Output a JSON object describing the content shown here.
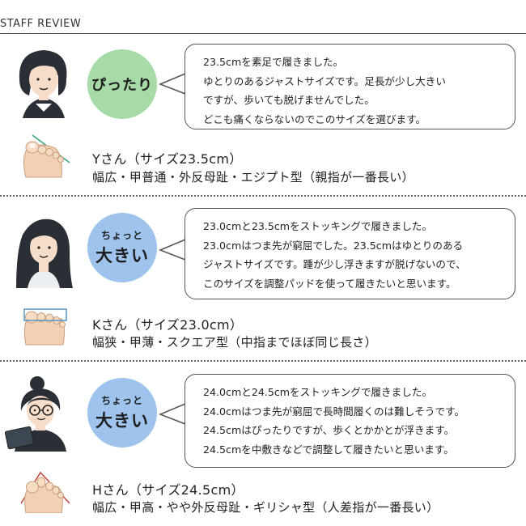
{
  "header": {
    "title": "STAFF REVIEW"
  },
  "reviews": [
    {
      "badge": {
        "text": "ぴったり",
        "color": "#a6dba8"
      },
      "bubble_lines": [
        "23.5cmを素足で履きました。",
        "ゆとりのあるジャストサイズです。足長が少し大きい",
        "ですが、歩いても脱げませんでした。",
        "どこも痛くならないのでこのサイズを選びます。"
      ],
      "name_line": "Yさん（サイズ23.5cm）",
      "foot_line": "幅広・甲普通・外反母趾・エジプト型（親指が一番長い）"
    },
    {
      "badge": {
        "small": "ちょっと",
        "big": "大きい",
        "color": "#9ec3ec"
      },
      "bubble_lines": [
        "23.0cmと23.5cmをストッキングで履きました。",
        "23.0cmはつま先が窮屈でした。23.5cmはゆとりのある",
        "ジャストサイズです。踵が少し浮きますが脱げないので、",
        "このサイズを調整パッドを使って履きたいと思います。"
      ],
      "name_line": "Kさん（サイズ23.0cm）",
      "foot_line": "幅狭・甲薄・スクエア型（中指までほぼ同じ長さ）"
    },
    {
      "badge": {
        "small": "ちょっと",
        "big": "大きい",
        "color": "#9ec3ec"
      },
      "bubble_lines": [
        "24.0cmと24.5cmをストッキングで履きました。",
        "24.0cmはつま先が窮屈で長時間履くのは難しそうです。",
        "24.5cmはぴったりですが、歩くとかかとが浮きます。",
        "24.5cmを中敷きなどで調整して履きたいと思います。"
      ],
      "name_line": "Hさん（サイズ24.5cm）",
      "foot_line": "幅広・甲高・やや外反母趾・ギリシャ型（人差指が一番長い）"
    }
  ]
}
